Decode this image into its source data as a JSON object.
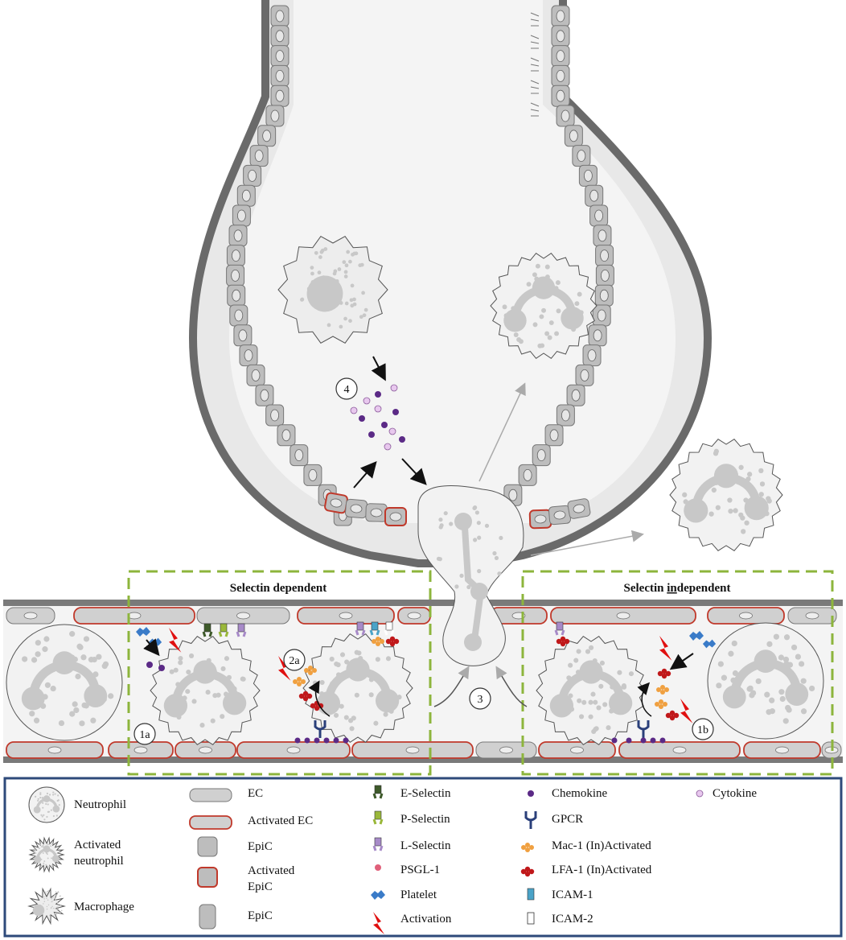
{
  "panels": {
    "selectin_dependent": "Selectin dependent",
    "selectin_independent": {
      "prefix": "Selectin ",
      "underlined": "in",
      "suffix": "dependent"
    }
  },
  "steps": [
    "1a",
    "1b",
    "2a",
    "3",
    "4"
  ],
  "legend": {
    "col1": [
      {
        "label": "Neutrophil",
        "icon": "neutrophil-icon"
      },
      {
        "label": "Activated",
        "icon": "activated-neutrophil-icon"
      },
      {
        "label": "neutrophil",
        "icon": ""
      },
      {
        "label": "Macrophage",
        "icon": "macrophage-icon"
      }
    ],
    "col2": [
      {
        "label": "EC",
        "icon": "ec-icon"
      },
      {
        "label": "Activated  EC",
        "icon": "activated-ec-icon"
      },
      {
        "label": "EpiC",
        "icon": "epic-icon"
      },
      {
        "label": "Activated",
        "icon": "activated-epic-icon"
      },
      {
        "label": "EpiC",
        "icon": ""
      },
      {
        "label": "EpiC",
        "icon": "ciliated-epic-icon"
      }
    ],
    "col3": [
      {
        "label": "E-Selectin",
        "icon": "e-selectin-icon"
      },
      {
        "label": "P-Selectin",
        "icon": "p-selectin-icon"
      },
      {
        "label": "L-Selectin",
        "icon": "l-selectin-icon"
      },
      {
        "label": "PSGL-1",
        "icon": "psgl1-icon"
      },
      {
        "label": "Platelet",
        "icon": "platelet-icon"
      },
      {
        "label": "Activation",
        "icon": "activation-icon"
      }
    ],
    "col4": [
      {
        "label": "Chemokine",
        "icon": "chemokine-icon"
      },
      {
        "label": "GPCR",
        "icon": "gpcr-icon"
      },
      {
        "label": "Mac-1  (In)Activated",
        "icon": "mac1-icon"
      },
      {
        "label": "LFA-1  (In)Activated",
        "icon": "lfa1-icon"
      },
      {
        "label": "ICAM-1",
        "icon": "icam1-icon"
      },
      {
        "label": "ICAM-2",
        "icon": "icam2-icon"
      }
    ],
    "col5": [
      {
        "label": "Cytokine",
        "icon": "cytokine-icon"
      }
    ]
  },
  "colors": {
    "cell_fill": "#f2f2f2",
    "cell_stroke": "#555555",
    "nucleus": "#c8c8c8",
    "ec_fill": "#d0d0d0",
    "activated_red": "#c0392b",
    "green_dash": "#8db53c",
    "legend_border": "#2e4a7a",
    "chemokine": "#5b2a86",
    "cytokine": "#e8c8ee",
    "gpcr": "#2a3f7a",
    "mac1": "#f0a040",
    "lfa1": "#c0181a",
    "icam1": "#4aa3c8",
    "platelet": "#3a7bc8",
    "lightning": "#e01010",
    "e_selectin": "#3e5a2a",
    "p_selectin": "#9ab83a",
    "l_selectin": "#a78ac8",
    "psgl1": "#e0607a"
  }
}
